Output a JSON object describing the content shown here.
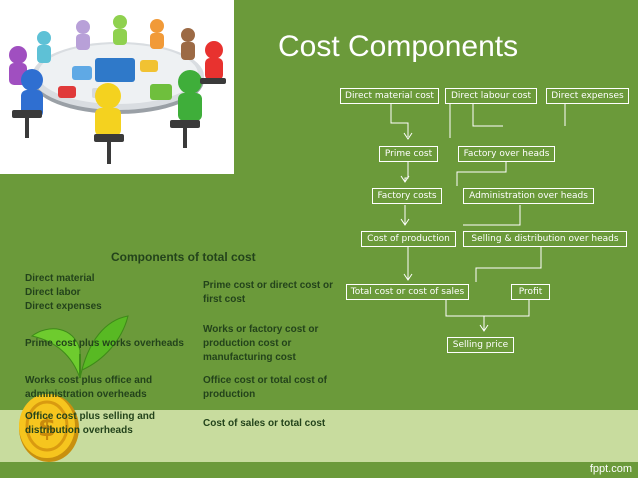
{
  "slide": {
    "title": "Cost Components",
    "brand": "fppt.com"
  },
  "flowchart": {
    "direct_material": "Direct material cost",
    "direct_labour": "Direct labour cost",
    "direct_expenses": "Direct expenses",
    "prime_cost": "Prime cost",
    "factory_overheads": "Factory over heads",
    "factory_costs": "Factory costs",
    "admin_overheads": "Administration over heads",
    "cost_of_production": "Cost of production",
    "selling_distribution": "Selling  &  distribution over heads",
    "total_cost": "Total cost or cost of sales",
    "profit": "Profit",
    "selling_price": "Selling price"
  },
  "components_table": {
    "title": "Components of total cost",
    "rows": [
      {
        "left": "Direct material\nDirect labor\nDirect expenses",
        "right": "Prime cost or direct cost or first cost"
      },
      {
        "left": "Prime cost plus works overheads",
        "right": "Works or factory cost or production cost or manufacturing cost"
      },
      {
        "left": "Works cost plus office and administration overheads",
        "right": "Office cost or total cost of production"
      },
      {
        "left": "Office cost plus selling and distribution overheads",
        "right": "Cost of sales or total cost"
      }
    ]
  },
  "colors": {
    "background": "#6b9a3a",
    "text_dark": "#23431b",
    "band": "#c8dc9e"
  }
}
